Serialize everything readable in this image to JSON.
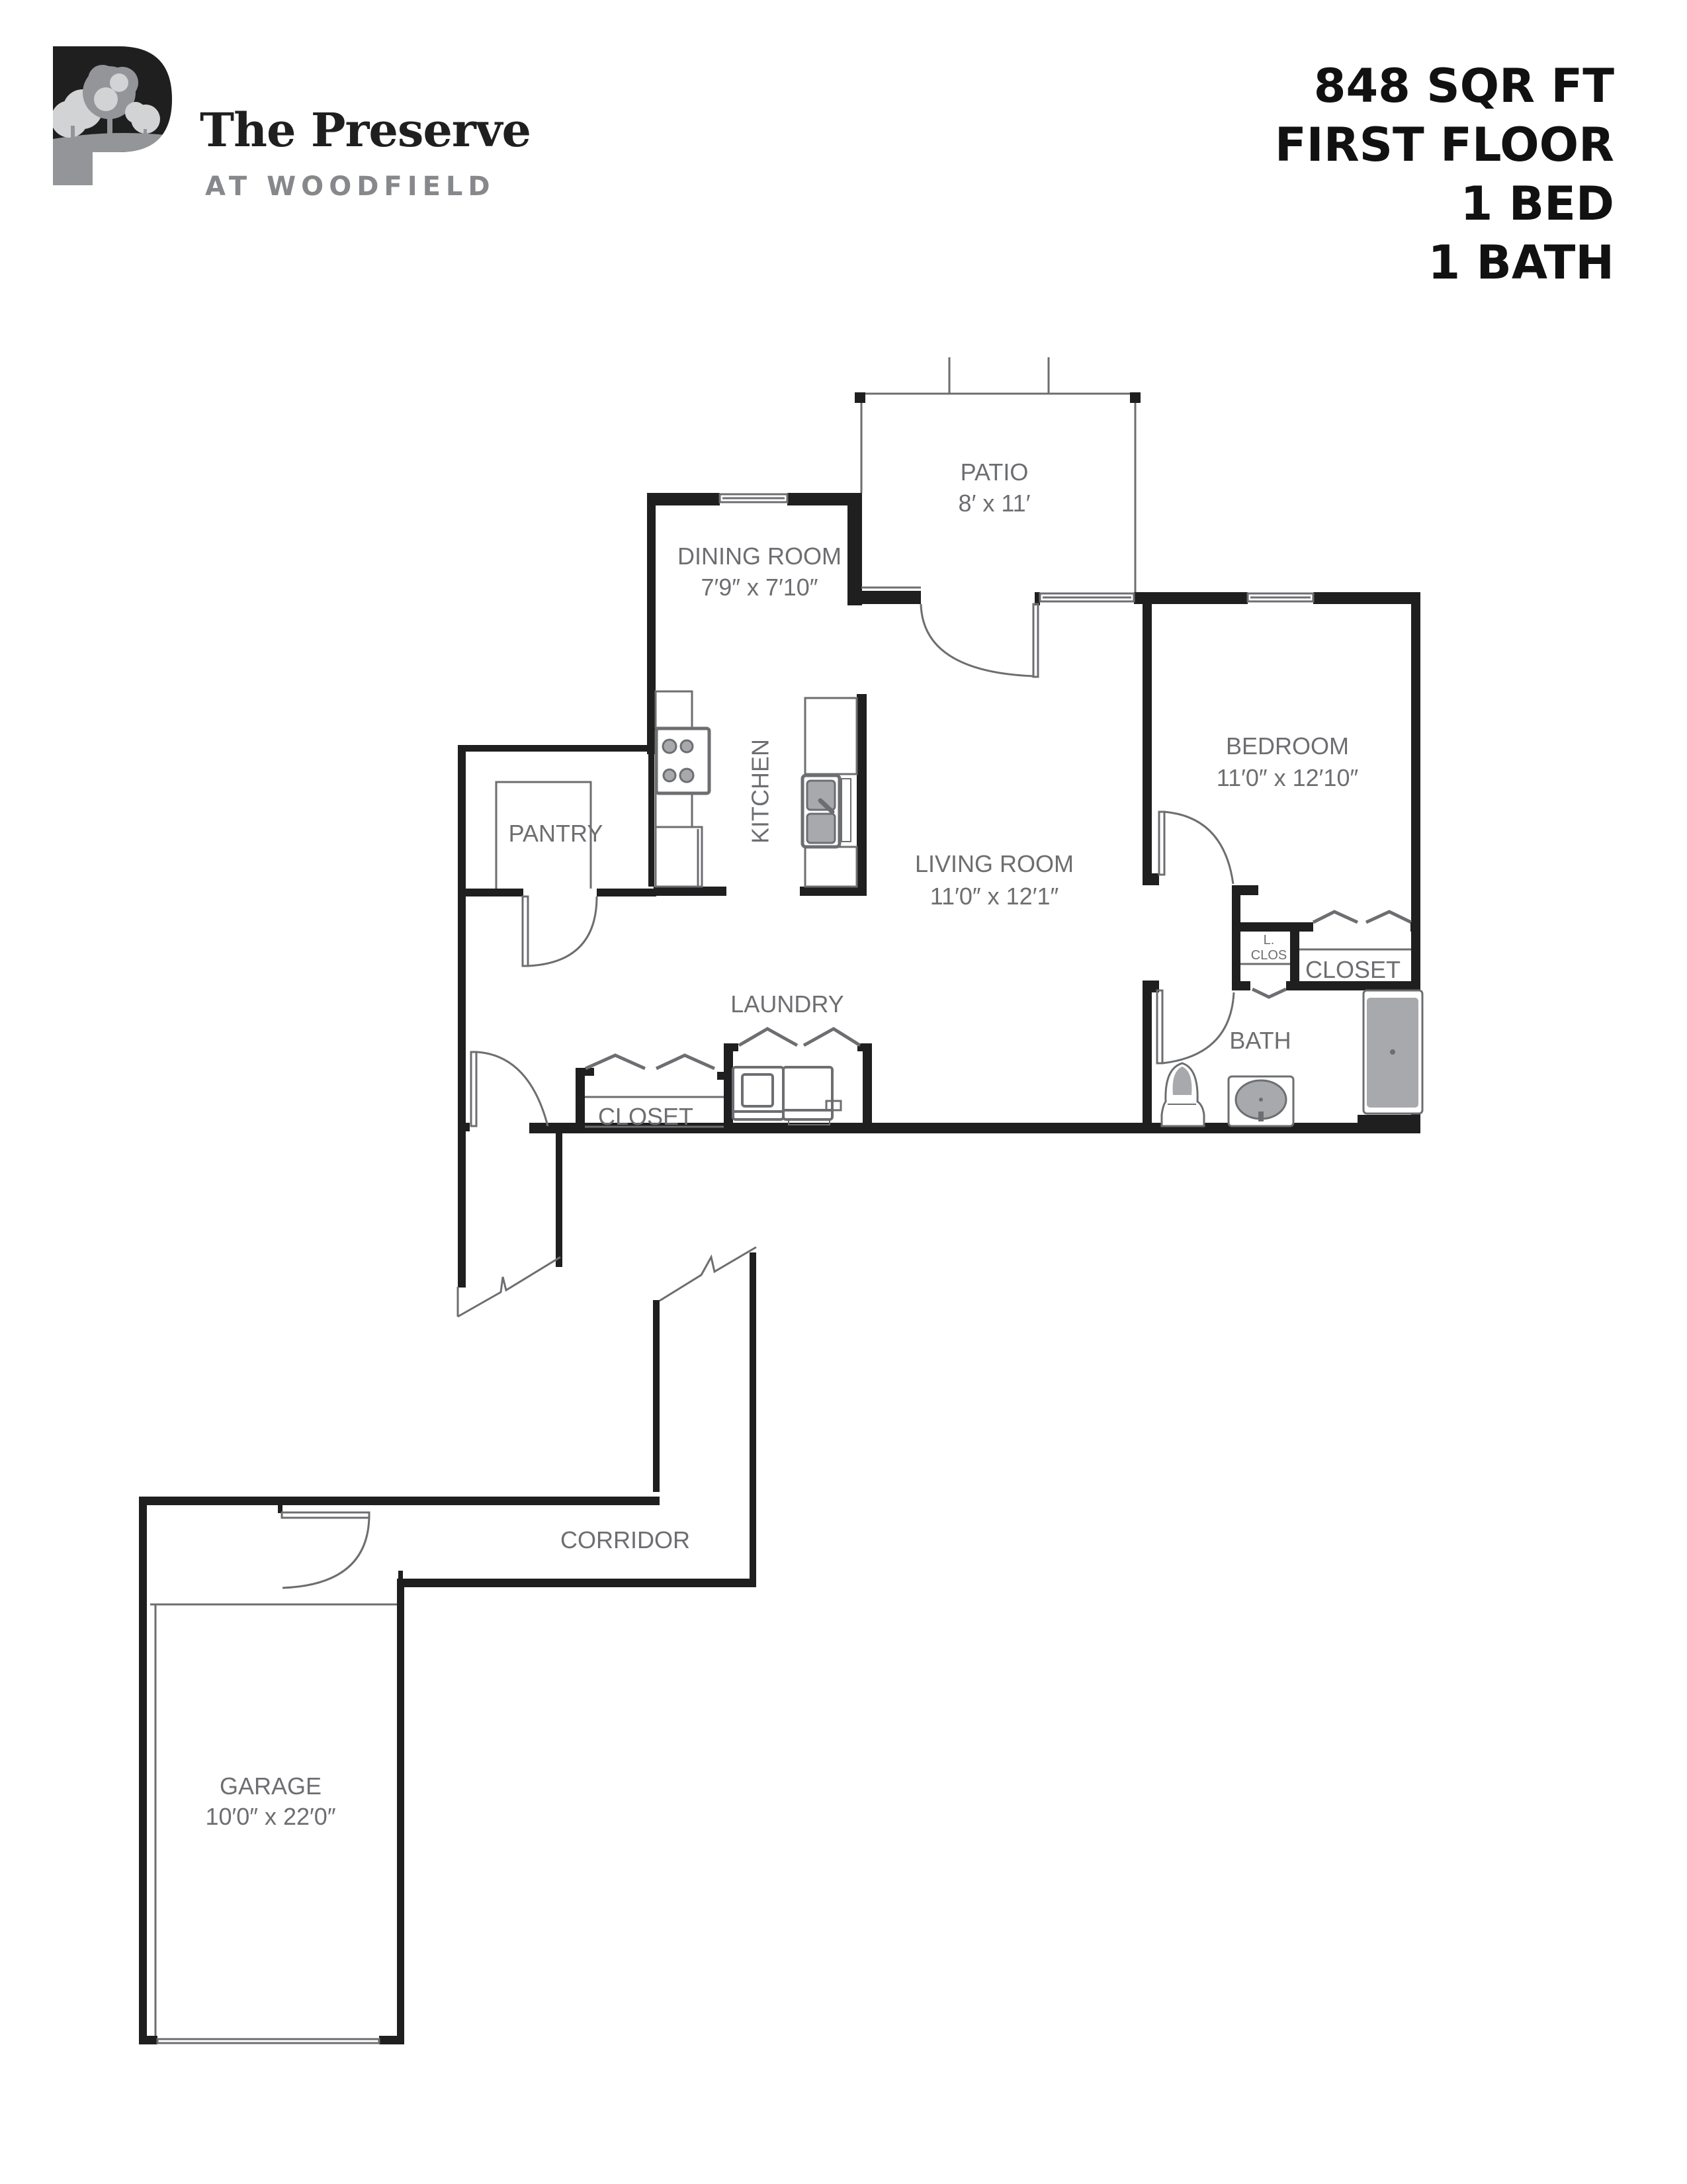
{
  "brand": {
    "title": "The Preserve",
    "subtitle": "AT WOODFIELD",
    "logo_icon": "p-letter-trees-logo-icon"
  },
  "specs": {
    "area": "848 SQR FT",
    "floor": "FIRST FLOOR",
    "beds": "1 BED",
    "baths": "1 BATH"
  },
  "colors": {
    "wall": "#1f1f1f",
    "fixture_line": "#6d6e71",
    "fixture_fill": "#a7a9ac",
    "label": "#6d6e71",
    "logo_light": "#d1d3d4",
    "logo_mid": "#939598"
  },
  "rooms": {
    "patio": {
      "name": "PATIO",
      "size": "8′ x 11′"
    },
    "dining": {
      "name": "DINING ROOM",
      "size": "7′9″ x 7′10″"
    },
    "kitchen": {
      "name": "KITCHEN"
    },
    "living": {
      "name": "LIVING ROOM",
      "size": "11′0″ x 12′1″"
    },
    "bedroom": {
      "name": "BEDROOM",
      "size": "11′0″ x 12′10″"
    },
    "pantry": {
      "name": "PANTRY"
    },
    "laundry": {
      "name": "LAUNDRY"
    },
    "closet_hall": {
      "name": "CLOSET"
    },
    "closet_bed": {
      "name": "CLOSET"
    },
    "linen_closet": {
      "line1": "L.",
      "line2": "CLOS"
    },
    "bath": {
      "name": "BATH"
    },
    "corridor": {
      "name": "CORRIDOR"
    },
    "garage": {
      "name": "GARAGE",
      "size": "10′0″ x 22′0″"
    }
  }
}
